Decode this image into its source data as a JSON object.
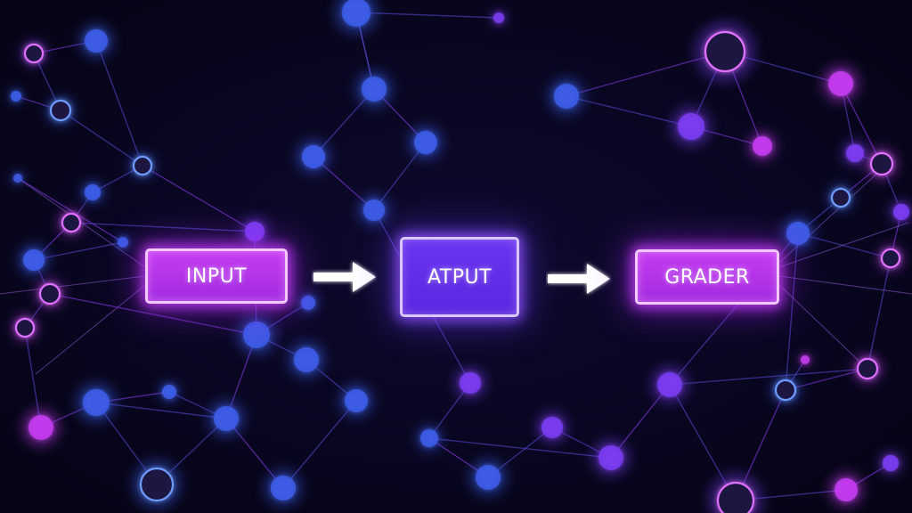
{
  "diagram": {
    "nodes": [
      {
        "id": "input",
        "label": "INPUT"
      },
      {
        "id": "output",
        "label": "ATPUT"
      },
      {
        "id": "grader",
        "label": "GRADER"
      }
    ],
    "edges": [
      {
        "from": "input",
        "to": "output"
      },
      {
        "from": "output",
        "to": "grader"
      }
    ]
  },
  "colors": {
    "background": "#07051a",
    "node_magenta": "#b533ea",
    "node_violet": "#6230e8",
    "glow_pink": "#d58cff",
    "network_blue": "#4a6cf0",
    "network_purple": "#8a3cf0",
    "arrow": "#ffffff"
  }
}
